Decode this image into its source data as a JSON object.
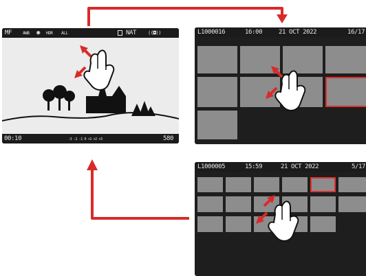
{
  "live_view": {
    "top_left": "MF",
    "top_icons": [
      "AWB",
      "◉",
      "HDR",
      "ALL"
    ],
    "top_right": "NAT",
    "flash_glyph": "((◘))",
    "elapsed": "00:10",
    "exposure_scale": "-3 -2 -1 0 +1 +2 +3",
    "shots_remaining": "580"
  },
  "playback_9": {
    "filename": "L1000016",
    "time": "16:00",
    "date": "21 OCT 2022",
    "counter": "16/17"
  },
  "playback_20": {
    "filename": "L1000005",
    "time": "15:59",
    "date": "21 OCT 2022",
    "counter": "5/17"
  },
  "icons": {
    "pinch_in": "pinch-in-hand-icon",
    "pinch_out": "pinch-out-hand-icon",
    "flow_arrow": "red-arrow"
  },
  "colors": {
    "screen_bg": "#1e1e1e",
    "bar_bg": "#1b1b1b",
    "thumbnail": "#8d8d8d",
    "selection": "#e0302e",
    "arrow": "#d92a2a"
  }
}
